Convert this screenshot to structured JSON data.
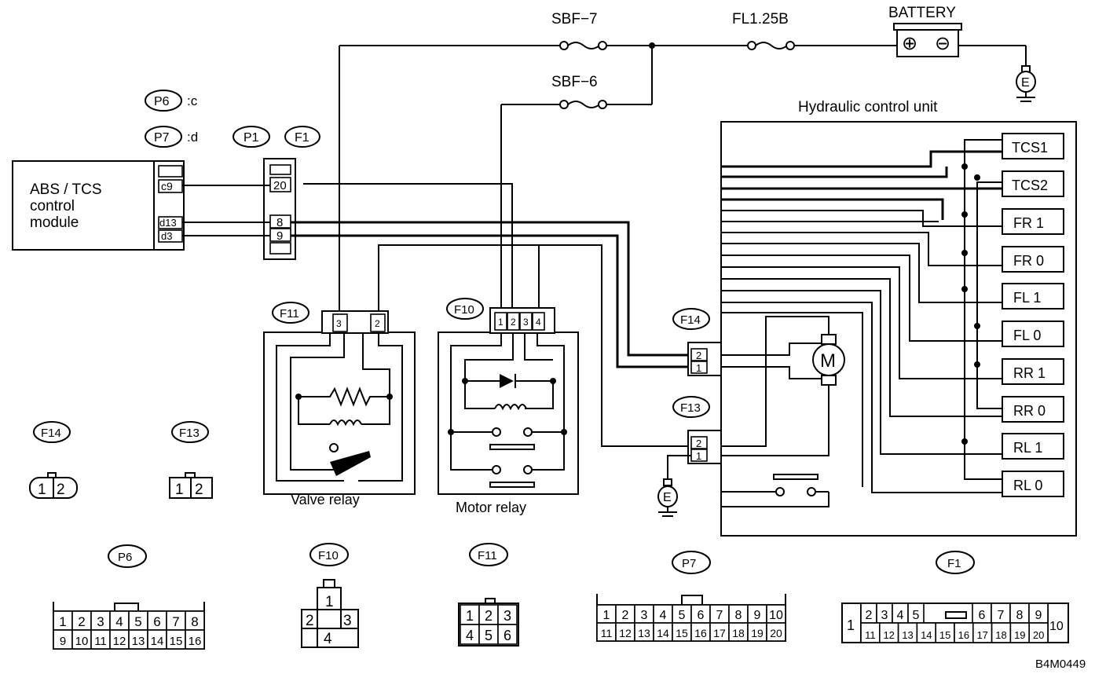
{
  "fuses": {
    "sbf7": "SBF−7",
    "sbf6": "SBF−6",
    "fl125": "FL1.25B"
  },
  "battery": {
    "label": "BATTERY",
    "plus": "⊕",
    "minus": "⊖"
  },
  "ground": {
    "label": "E"
  },
  "module": {
    "line1": "ABS / TCS",
    "line2": "control",
    "line3": "module",
    "pins": [
      "c9",
      "d13",
      "d3"
    ]
  },
  "legend": {
    "p6": "P6",
    "p6_suffix": ":c",
    "p7": "P7",
    "p7_suffix": ":d"
  },
  "conn_labels": {
    "p1": "P1",
    "f1": "F1",
    "f11": "F11",
    "f10": "F10",
    "f14": "F14",
    "f13": "F13",
    "p6": "P6",
    "p7": "P7"
  },
  "f1_pins": [
    "20",
    "8",
    "9"
  ],
  "f11_pins": [
    "3",
    "2"
  ],
  "f10_pins": [
    "1",
    "2",
    "3",
    "4"
  ],
  "f14_pins": [
    "2",
    "1"
  ],
  "f13_pins": [
    "2",
    "1"
  ],
  "relays": {
    "valve": "Valve relay",
    "motor": "Motor relay"
  },
  "hcu": {
    "title": "Hydraulic control unit",
    "outputs": [
      "TCS1",
      "TCS2",
      "FR 1",
      "FR 0",
      "FL 1",
      "FL 0",
      "RR 1",
      "RR 0",
      "RL 1",
      "RL 0"
    ],
    "motor": "M"
  },
  "faces": {
    "f14": [
      "1",
      "2"
    ],
    "f13": [
      "1",
      "2"
    ],
    "p6_top": [
      "1",
      "2",
      "3",
      "4",
      "5",
      "6",
      "7",
      "8"
    ],
    "p6_bot": [
      "9",
      "10",
      "11",
      "12",
      "13",
      "14",
      "15",
      "16"
    ],
    "f10": [
      "1",
      "2",
      "3",
      "4"
    ],
    "f11_top": [
      "1",
      "2",
      "3"
    ],
    "f11_bot": [
      "4",
      "5",
      "6"
    ],
    "p7_top": [
      "1",
      "2",
      "3",
      "4",
      "5",
      "6",
      "7",
      "8",
      "9",
      "10"
    ],
    "p7_bot": [
      "11",
      "12",
      "13",
      "14",
      "15",
      "16",
      "17",
      "18",
      "19",
      "20"
    ],
    "f1_left": "1",
    "f1_top": [
      "2",
      "3",
      "4",
      "5",
      "6",
      "7",
      "8",
      "9"
    ],
    "f1_bot": [
      "11",
      "12",
      "13",
      "14",
      "15",
      "16",
      "17",
      "18",
      "19",
      "20"
    ],
    "f1_right": "10"
  },
  "code": "B4M0449"
}
